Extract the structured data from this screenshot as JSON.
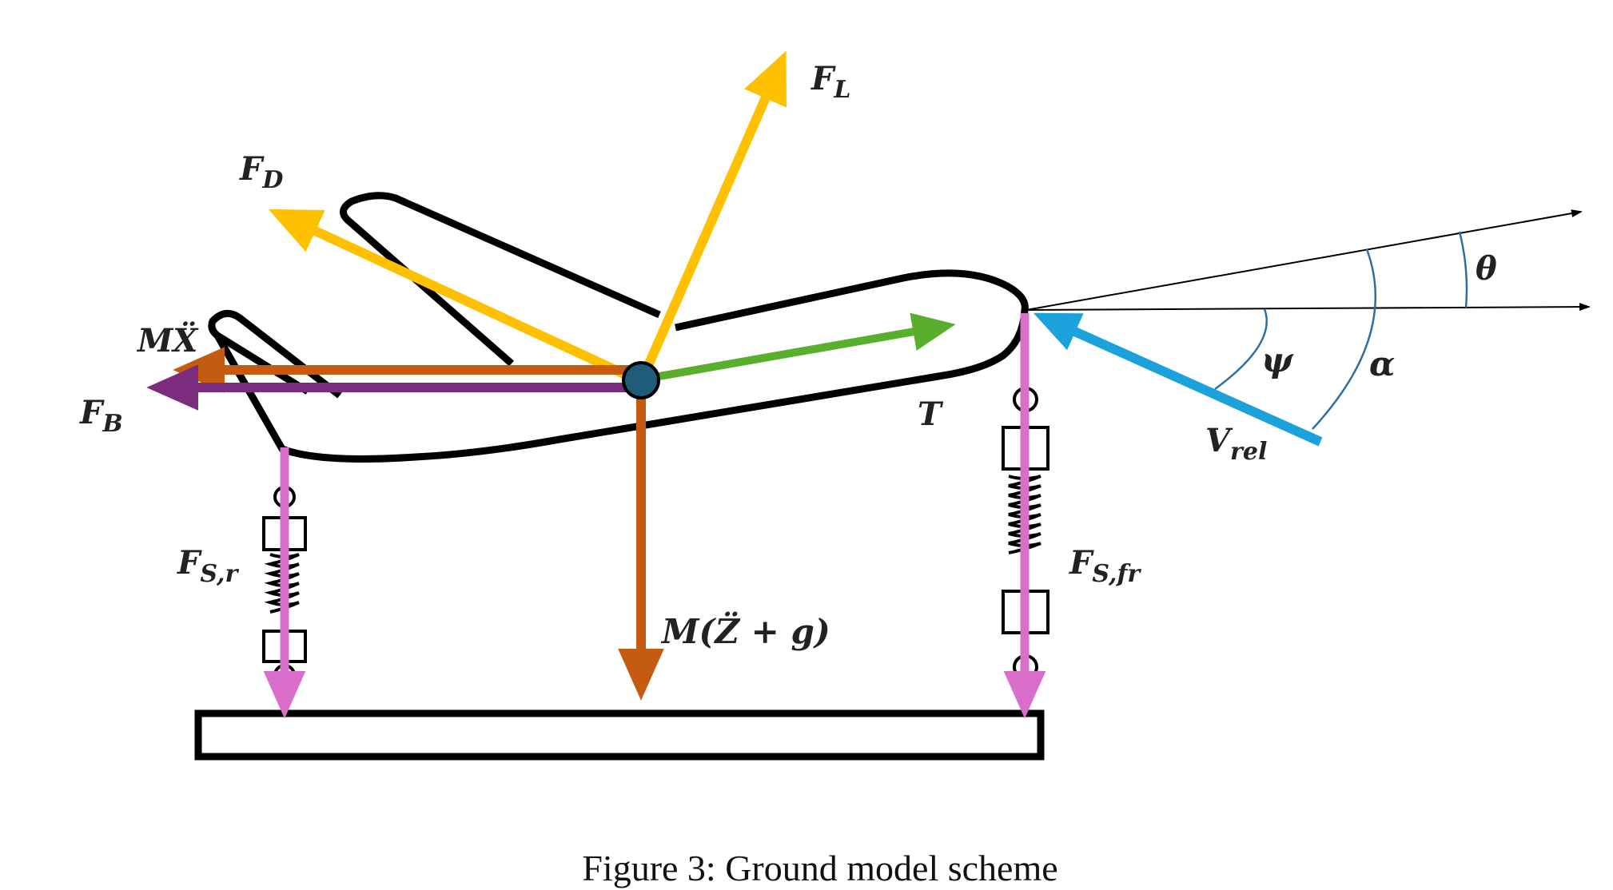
{
  "figure": {
    "caption": "Figure 3: Ground model scheme",
    "colors": {
      "lift": "#FFC000",
      "drag": "#FFC000",
      "inertia_x": "#C55A11",
      "weight": "#C55A11",
      "brake": "#7B2C7F",
      "thrust": "#5AAE2E",
      "spring": "#D96FCB",
      "velocity": "#1BA1DB",
      "angle_arc": "#2E6FA3",
      "cg_fill": "#1F5C7A",
      "outline": "#000000"
    },
    "labels": {
      "lift": {
        "main": "F",
        "sub": "L"
      },
      "drag": {
        "main": "F",
        "sub": "D"
      },
      "inertia_x": "MẌ",
      "brake": {
        "main": "F",
        "sub": "B"
      },
      "thrust": "T",
      "weight": "M(Z̈ + g)",
      "spring_rear": {
        "main": "F",
        "sub": "S,r"
      },
      "spring_front": {
        "main": "F",
        "sub": "S,fr"
      },
      "velocity": {
        "main": "V",
        "sub": "rel"
      },
      "theta": "θ",
      "psi": "ψ",
      "alpha": "α"
    }
  }
}
